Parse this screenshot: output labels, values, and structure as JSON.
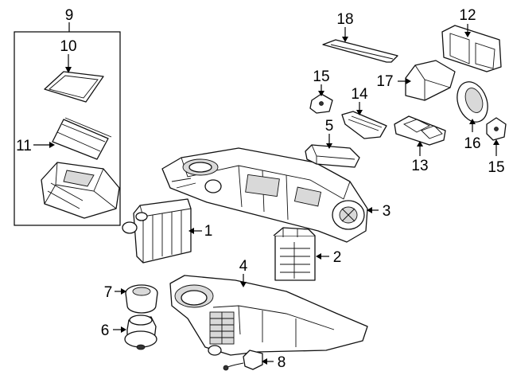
{
  "callouts": {
    "c1": "1",
    "c2": "2",
    "c3": "3",
    "c4": "4",
    "c5": "5",
    "c6": "6",
    "c7": "7",
    "c8": "8",
    "c9": "9",
    "c10": "10",
    "c11": "11",
    "c12": "12",
    "c13": "13",
    "c14": "14",
    "c15a": "15",
    "c15b": "15",
    "c16": "16",
    "c17": "17",
    "c18": "18"
  },
  "colors": {
    "line": "#111111",
    "background": "#ffffff",
    "shade": "#d9d9d9"
  }
}
